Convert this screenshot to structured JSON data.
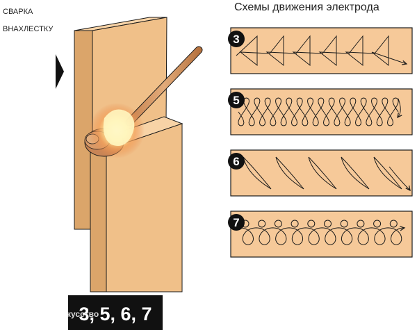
{
  "label": {
    "line1": "СВАРКА",
    "line2": "ВНАХЛЕСТКУ"
  },
  "title": "Схемы движения электрода",
  "patterns": [
    {
      "number": "3",
      "kind": "triangle"
    },
    {
      "number": "5",
      "kind": "figure8"
    },
    {
      "number": "6",
      "kind": "crescent"
    },
    {
      "number": "7",
      "kind": "loop"
    }
  ],
  "caption": "3, 5, 6, 7",
  "watermark": "Ремонт как Искусство",
  "colors": {
    "wood": "#f0c089",
    "wood_dark": "#dba56a",
    "panel": "#f6c999",
    "stroke": "#1a1a1a",
    "caption_bg": "#111111",
    "spark": "#fff6c0"
  }
}
